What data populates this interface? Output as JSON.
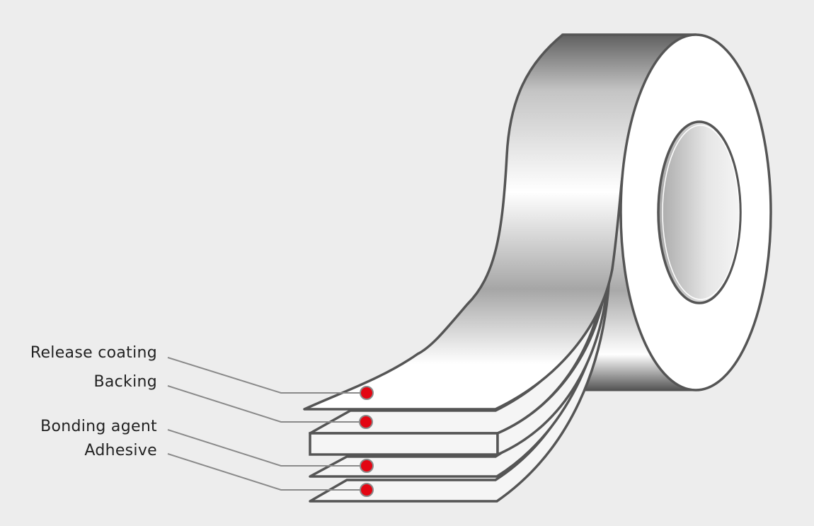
{
  "labels": {
    "release_coating": "Release coating",
    "backing": "Backing",
    "bonding_agent": "Bonding agent",
    "adhesive": "Adhesive"
  },
  "colors": {
    "background": "#ededed",
    "outline": "#555555",
    "marker": "#e30613",
    "leader": "#8a8a8a"
  }
}
